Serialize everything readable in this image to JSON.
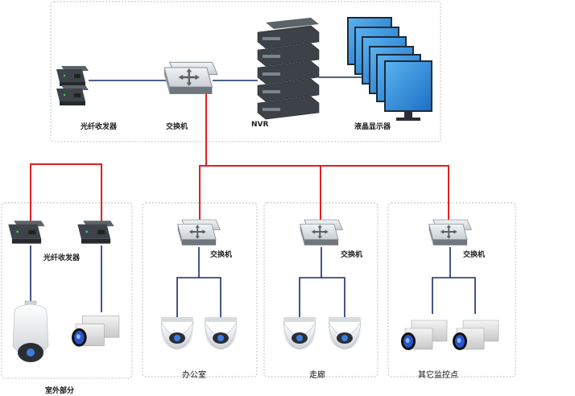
{
  "core": {
    "fiber_label": "光纤收发器",
    "switch_label": "交换机",
    "nvr_label": "NVR",
    "monitor_label": "液晶显示器"
  },
  "groups": [
    {
      "name": "室外部分",
      "fiber_label": "光纤收发器"
    },
    {
      "name": "办公室",
      "switch_label": "交换机"
    },
    {
      "name": "走廊",
      "switch_label": "交换机"
    },
    {
      "name": "其它监控点",
      "switch_label": "交换机"
    }
  ],
  "colors": {
    "fiber_link": "#e02020",
    "lan_link": "#1a2a6a",
    "border": "#bdbdbd"
  }
}
